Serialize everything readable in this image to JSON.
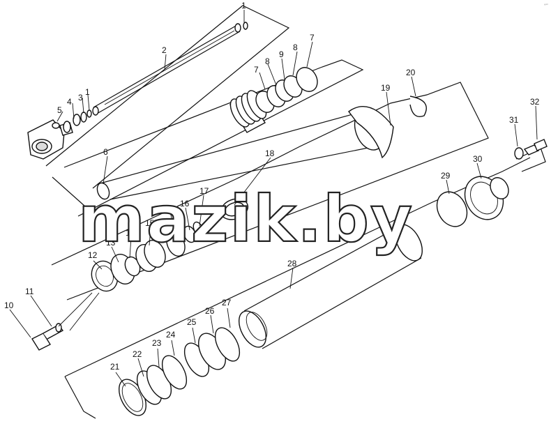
{
  "watermark": "mazik.by",
  "corner_mark": "°″′",
  "callouts": [
    "1",
    "2",
    "3",
    "4",
    "1",
    "5",
    "6",
    "7",
    "8",
    "9",
    "8",
    "7",
    "19",
    "20",
    "18",
    "17",
    "16",
    "9",
    "15",
    "14",
    "13",
    "12",
    "11",
    "10",
    "21",
    "22",
    "23",
    "24",
    "25",
    "26",
    "27",
    "28",
    "29",
    "30",
    "31",
    "32"
  ]
}
